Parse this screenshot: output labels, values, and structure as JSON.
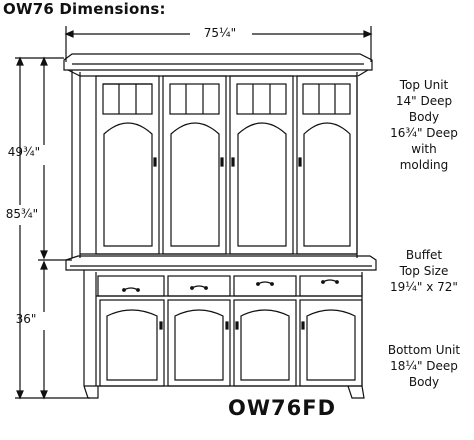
{
  "title": "OW76 Dimensions:",
  "dimensions": {
    "width": "75¼\"",
    "upper_height": "49¾\"",
    "total_height": "85¾\"",
    "base_height": "36\""
  },
  "notes": {
    "top_unit": [
      "Top Unit",
      "14\" Deep",
      "Body",
      "16¾\" Deep",
      "with",
      "molding"
    ],
    "buffet": [
      "Buffet",
      "Top Size",
      "19¼\" x 72\""
    ],
    "bottom_unit": [
      "Bottom Unit",
      "18¼\" Deep",
      "Body"
    ]
  },
  "model": "OW76FD"
}
